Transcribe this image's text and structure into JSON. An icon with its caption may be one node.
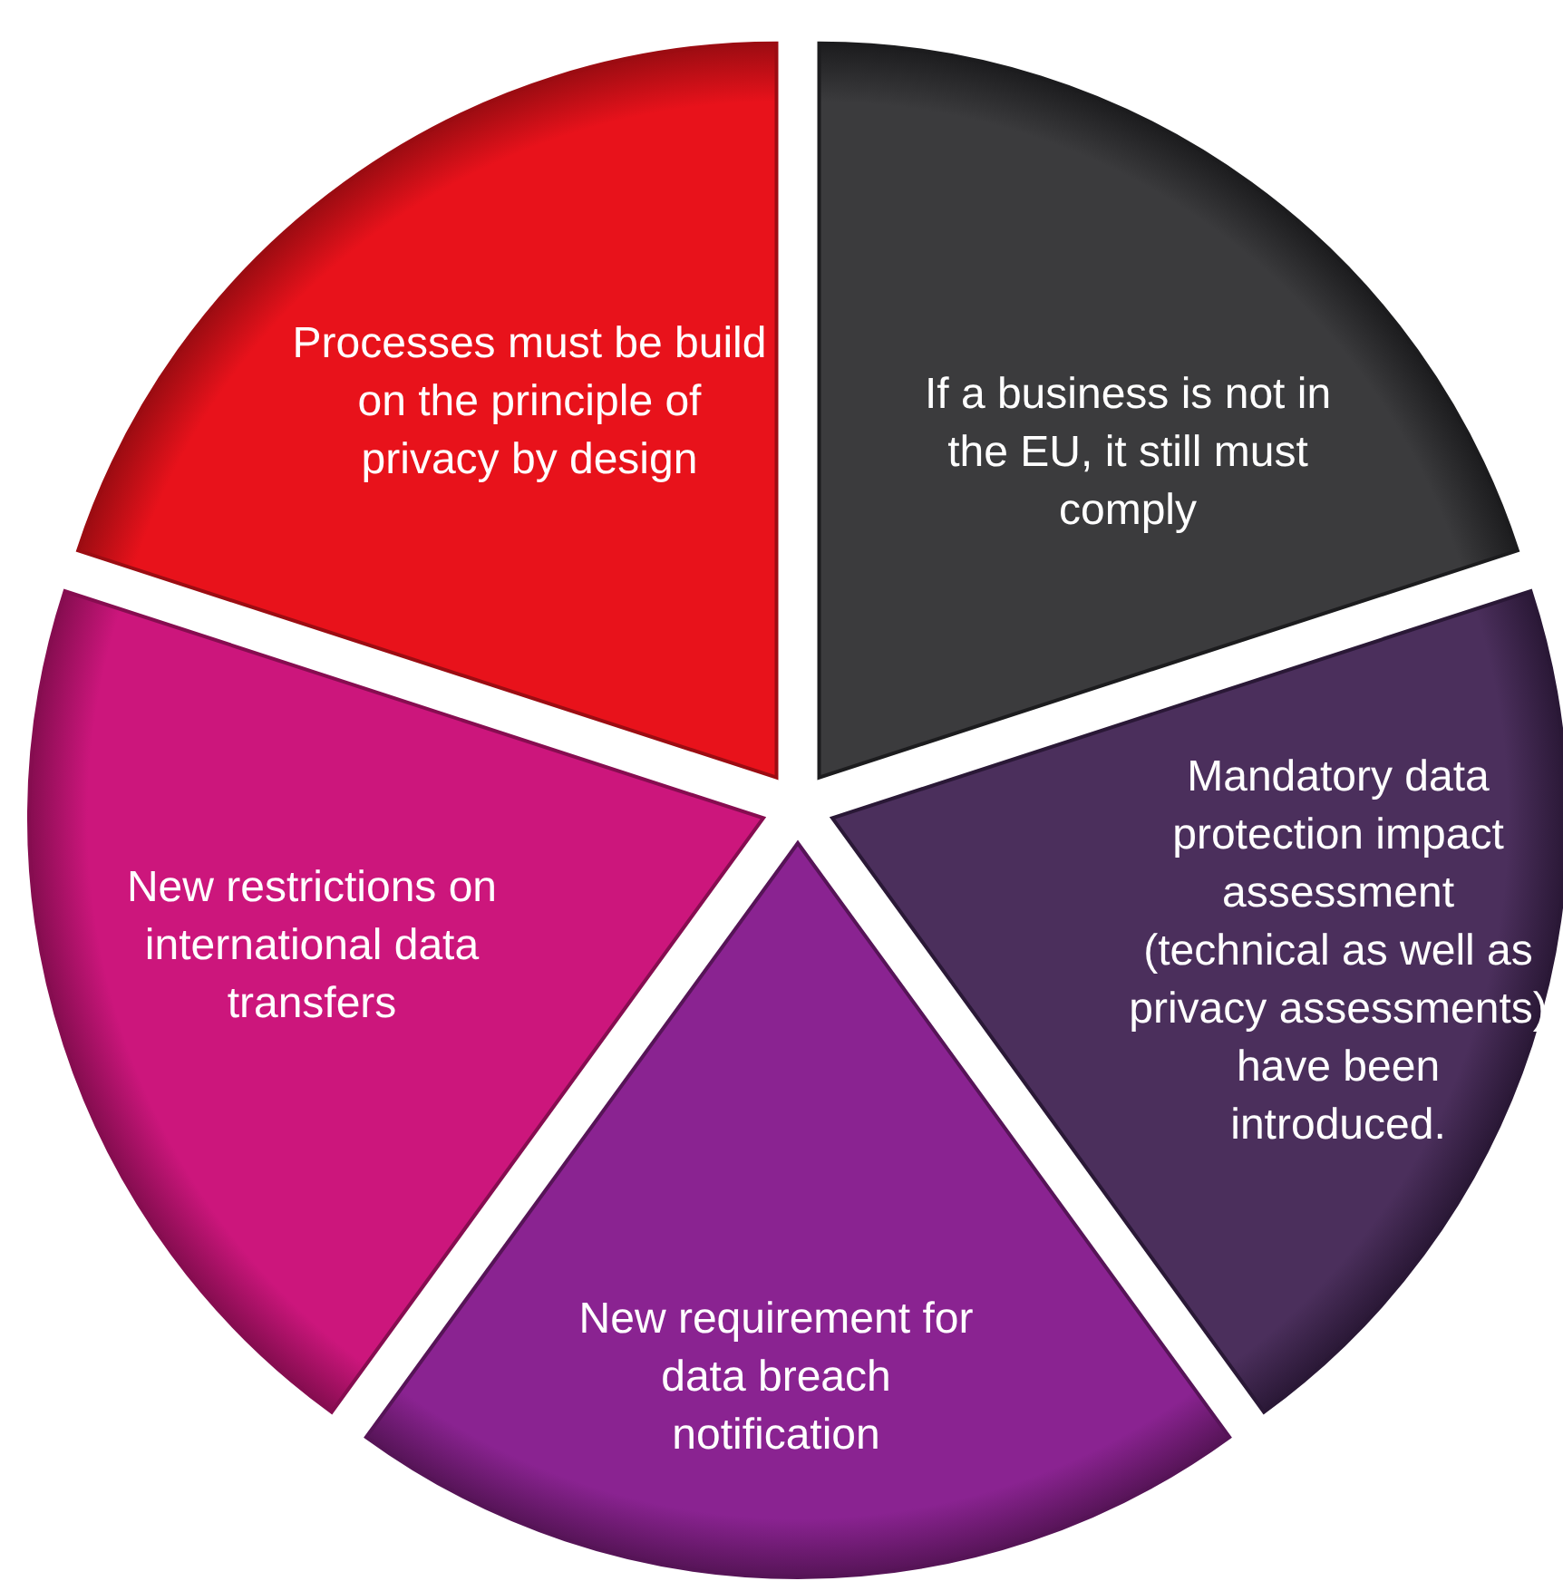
{
  "diagram": {
    "nodes": [
      {
        "text": [
          "Processes must be build on the principle of privacy by design"
        ]
      },
      {
        "text": [
          "If a business is not in the EU, it still must comply"
        ]
      },
      {
        "text": [
          "Mandatory data protection impact assessment (technical as well as privacy assessments) have been introduced."
        ]
      },
      {
        "text": [
          "New requirement for data breach notification"
        ]
      },
      {
        "text": [
          "New restrictions on international data transfers"
        ]
      }
    ]
  }
}
